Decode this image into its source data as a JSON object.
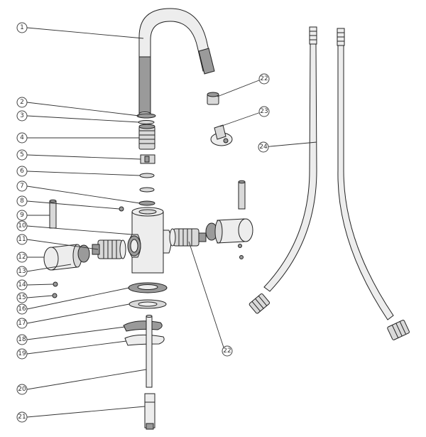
{
  "callouts": [
    {
      "id": "1",
      "label": "1"
    },
    {
      "id": "2",
      "label": "2"
    },
    {
      "id": "3",
      "label": "3"
    },
    {
      "id": "4",
      "label": "4"
    },
    {
      "id": "5",
      "label": "5"
    },
    {
      "id": "6",
      "label": "6"
    },
    {
      "id": "7",
      "label": "7"
    },
    {
      "id": "8",
      "label": "8"
    },
    {
      "id": "9",
      "label": "9"
    },
    {
      "id": "10",
      "label": "10"
    },
    {
      "id": "11",
      "label": "11"
    },
    {
      "id": "12",
      "label": "12"
    },
    {
      "id": "13",
      "label": "13"
    },
    {
      "id": "14",
      "label": "14"
    },
    {
      "id": "15",
      "label": "15"
    },
    {
      "id": "16",
      "label": "16"
    },
    {
      "id": "17",
      "label": "17"
    },
    {
      "id": "18",
      "label": "18"
    },
    {
      "id": "19",
      "label": "19"
    },
    {
      "id": "20",
      "label": "20"
    },
    {
      "id": "21",
      "label": "21"
    },
    {
      "id": "22a",
      "label": "22"
    },
    {
      "id": "22b",
      "label": "22"
    },
    {
      "id": "23",
      "label": "23"
    },
    {
      "id": "24",
      "label": "24"
    }
  ]
}
